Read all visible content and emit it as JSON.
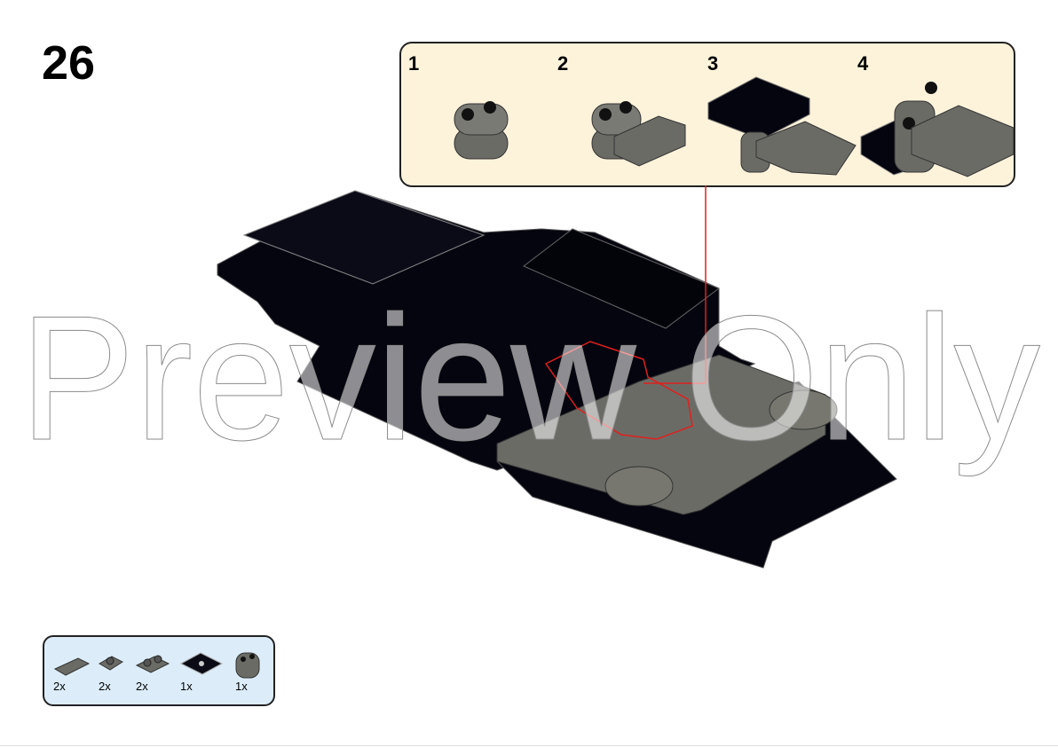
{
  "step": {
    "number": "26"
  },
  "callout": {
    "substeps": [
      {
        "number": "1"
      },
      {
        "number": "2"
      },
      {
        "number": "3"
      },
      {
        "number": "4"
      }
    ]
  },
  "parts_list": {
    "items": [
      {
        "qty": "2x",
        "part": "tile-1x2-grille",
        "color": "#6b6b66"
      },
      {
        "qty": "2x",
        "part": "plate-clip",
        "color": "#6b6b66"
      },
      {
        "qty": "2x",
        "part": "plate-1x2",
        "color": "#6b6b66"
      },
      {
        "qty": "1x",
        "part": "plate-2x2",
        "color": "#0b0b16"
      },
      {
        "qty": "1x",
        "part": "brick-round-1x2",
        "color": "#6b6b66"
      }
    ]
  },
  "watermark": "Preview Only",
  "colors": {
    "black_part": "#05050f",
    "gray_part": "#6b6b66",
    "callout_bg": "#fdf3db",
    "parts_bg": "#dcedf9",
    "pointer": "#e0201c"
  }
}
